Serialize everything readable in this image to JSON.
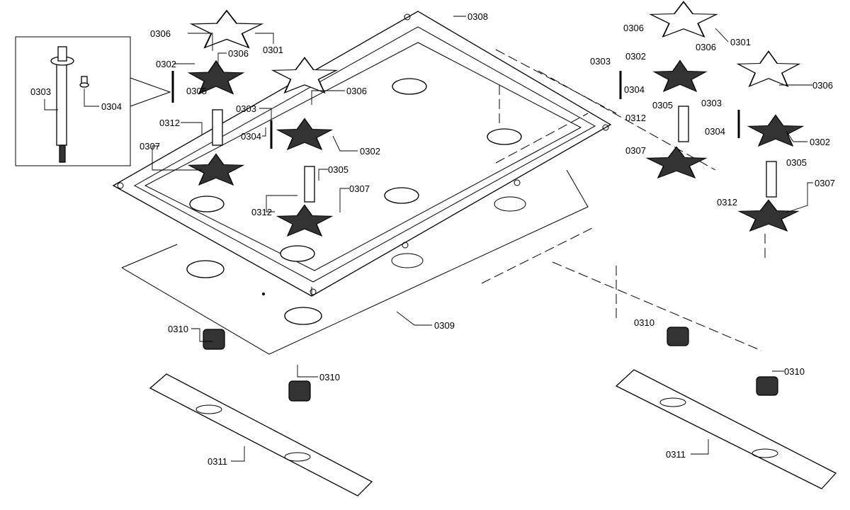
{
  "diagram": {
    "type": "exploded-parts-diagram",
    "labels": [
      "0306",
      "0301",
      "0306",
      "0302",
      "0303",
      "0304",
      "0305",
      "0303",
      "0306",
      "0312",
      "0304",
      "0302",
      "0307",
      "0305",
      "0312",
      "0307",
      "0308",
      "0309",
      "0310",
      "0310",
      "0311",
      "0306",
      "0301",
      "0306",
      "0303",
      "0302",
      "0304",
      "0305",
      "0306",
      "0303",
      "0312",
      "0304",
      "0302",
      "0307",
      "0305",
      "0307",
      "0312",
      "0310",
      "0310",
      "0311"
    ]
  }
}
